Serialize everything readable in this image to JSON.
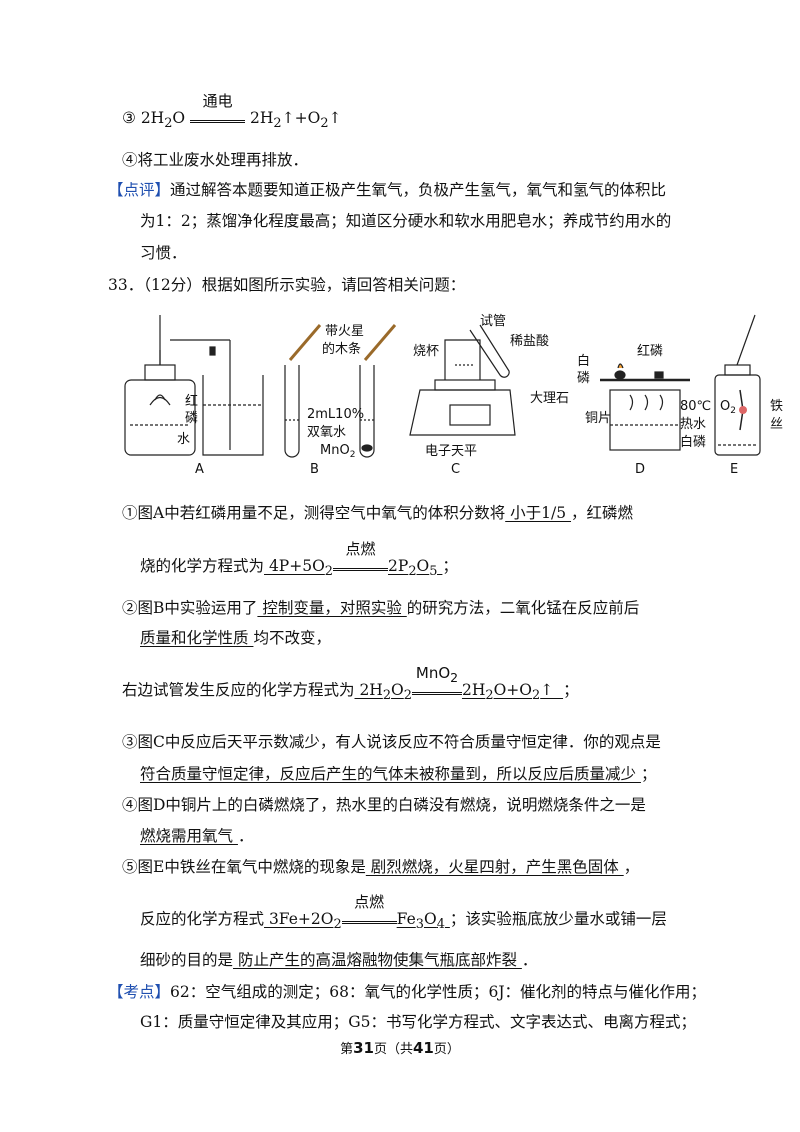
{
  "lines": {
    "l1_a": "③ 2H",
    "l1_sub1": "2",
    "l1_b": "O",
    "l1_cond": "通电",
    "l1_c": "2H",
    "l1_sub2": "2",
    "l1_d": "↑+O",
    "l1_sub3": "2",
    "l1_e": "↑",
    "l2": "④将工业废水处理再排放．",
    "dp_tag": "【点评】",
    "dp_1": "通过解答本题要知道正极产生氧气，负极产生氢气，氧气和氢气的体积比",
    "dp_2": "为1：2；蒸馏净化程度最高；知道区分硬水和软水用肥皂水；养成节约用水的",
    "dp_3": "习惯．",
    "q33": "33．（12分）根据如图所示实验，请回答相关问题：",
    "a1_pre": "①图A中若红磷用量不足，测得空气中氧气的体积分数将",
    "a1_ans": "  小于1/5  ",
    "a1_post": "，红磷燃",
    "a2_pre": "烧的化学方程式为",
    "a2_eq_l": "  4P+5O",
    "a2_eq_cond": "点燃",
    "a2_eq_r": "2P",
    "a2_eq_r2": "O",
    "a2_post": "；",
    "b1_pre": "②图B中实验运用了",
    "b1_ans": "  控制变量，对照实验  ",
    "b1_post": "的研究方法，二氧化锰在反应前后",
    "b2_ans": "质量和化学性质  ",
    "b2_post": "均不改变，",
    "b3_pre": "右边试管发生反应的化学方程式为",
    "b3_eq_l": "  2H",
    "b3_eq_cond": "MnO",
    "b3_eq_r": "2H",
    "b3_post": "；",
    "c1": "③图C中反应后天平示数减少，有人说该反应不符合质量守恒定律．你的观点是",
    "c2_ans": "符合质量守恒定律，反应后产生的气体未被称量到，所以反应后质量减少  ",
    "c2_post": "；",
    "d1": "④图D中铜片上的白磷燃烧了，热水里的白磷没有燃烧，说明燃烧条件之一是",
    "d2_ans": "燃烧需用氧气  ",
    "d2_post": "．",
    "e1_pre": "⑤图E中铁丝在氧气中燃烧的现象是",
    "e1_ans": "  剧烈燃烧，火星四射，产生黑色固体  ",
    "e1_post": "，",
    "e2_pre": "反应的化学方程式",
    "e2_eq_l": "  3Fe+2O",
    "e2_eq_cond": "点燃",
    "e2_eq_r": "Fe",
    "e2_post": "；该实验瓶底放少量水或铺一层",
    "e3_pre": "细砂的目的是",
    "e3_ans": "  防止产生的高温熔融物使集气瓶底部炸裂  ",
    "e3_post": "．",
    "kd_tag": "【考点】",
    "kd_1": "62：空气组成的测定；68：氧气的化学性质；6J：催化剂的特点与催化作用；",
    "kd_2": "G1：质量守恒定律及其应用；G5：书写化学方程式、文字表达式、电离方程式；"
  },
  "figure": {
    "A": "A",
    "B": "B",
    "C": "C",
    "D": "D",
    "E": "E",
    "a_hong": "红",
    "a_lin": "磷",
    "a_shui": "水",
    "b_top1": "带火星",
    "b_top2": "的木条",
    "b_conc": "2mL10%",
    "b_h2o2": "双氧水",
    "b_mno2": "MnO",
    "c_shiguan": "试管",
    "c_shaobei": "烧杯",
    "c_xiyansuan": "稀盐酸",
    "c_dalishi": "大理石",
    "c_tianping": "电子天平",
    "d_bai": "白",
    "d_lin": "磷",
    "d_honglin": "红磷",
    "d_tongpian": "铜片",
    "d_temp": "80℃",
    "d_reshui": "热水",
    "d_bailin": "白磷",
    "e_o2": "O",
    "e_tie": "铁",
    "e_si": "丝"
  },
  "footer": {
    "pre": "第",
    "page": "31",
    "mid": "页（共",
    "total": "41",
    "post": "页）"
  }
}
